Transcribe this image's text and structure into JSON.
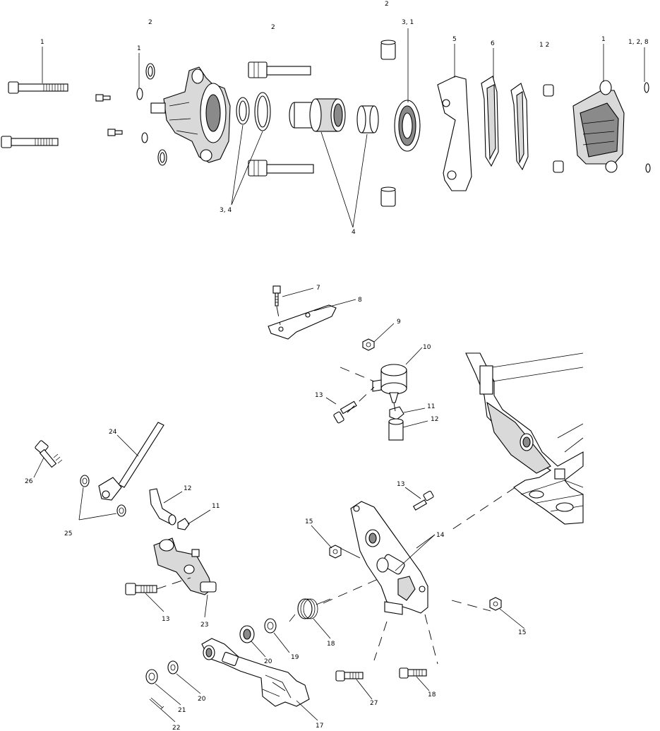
{
  "callouts": {
    "top_2a": "2",
    "top_2b": "2",
    "top_2c": "2",
    "top_3_1": "3, 1",
    "top_5": "5",
    "top_6": "6",
    "top_1_2": "1  2",
    "top_1a": "1",
    "top_1_2_8": "1, 2, 8",
    "left_1": "1",
    "housing_1": "1",
    "seals_3_4": "3, 4",
    "piston_4": "4",
    "c7": "7",
    "c8": "8",
    "c9": "9",
    "c10": "10",
    "c11a": "11",
    "c12a": "12",
    "c13a": "13",
    "c13b": "13",
    "c14": "14",
    "c15a": "15",
    "c15b": "15",
    "c24": "24",
    "c26": "26",
    "c12b": "12",
    "c11b": "11",
    "c25": "25",
    "c13c": "13",
    "c23": "23",
    "c18a": "18",
    "c20a": "20",
    "c19": "19",
    "c21": "21",
    "c20b": "20",
    "c22": "22",
    "c17": "17",
    "c27": "27",
    "c18b": "18"
  }
}
